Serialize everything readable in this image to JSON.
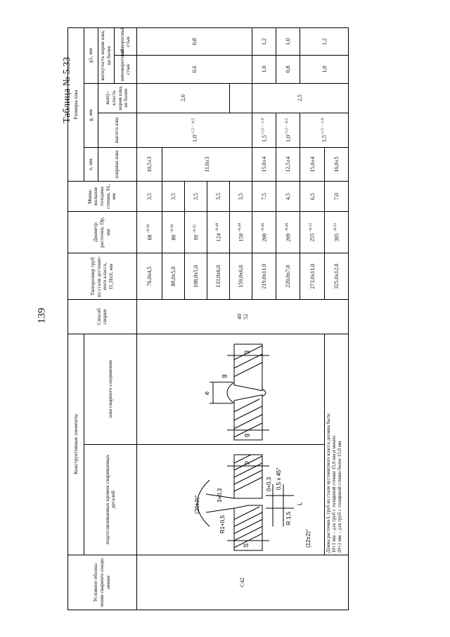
{
  "page_number": "139",
  "table_title": "Таблица № 5.33",
  "headers": {
    "designation": "Условное обозна-чение сварного соеди-нения",
    "constructive": "Конструктивные элементы",
    "prepared_edges": "подготавливаемых кромок свариваемых деталей",
    "weld_seam": "шва сварного соединения",
    "method": "Способ сварки",
    "typesize": "Типоразмер труб из стали аустенит-ного класса, D_HxS, мм",
    "bore_diameter": "Диаметр расточки, Dp, мм",
    "min_wall": "Мини-мальная толщина стенки, S1, мм",
    "weld_dims": "Размеры шва",
    "e_mm": "e, мм",
    "g_mm": "g, мм",
    "g1_mm": "g1, мм",
    "seam_width": "ширина шва",
    "seam_height": "высота шва",
    "root_convexity": "выпу-клость корня шва, не более",
    "root_concavity": "вогнутость корня шва, не более",
    "non_rotary": "неповоротный стык",
    "rotary": "поворотный стык"
  },
  "designation_value": "С42",
  "methods": [
    "40",
    "52"
  ],
  "rows": [
    {
      "size": "76,0x4,5",
      "dp": "68",
      "dp_tol": "+0,30",
      "s1": "3,5",
      "e": "10,5±3"
    },
    {
      "size": "89,0x5,0",
      "dp": "80",
      "dp_tol": "+0,30",
      "s1": "3,5",
      "e": ""
    },
    {
      "size": "108,0x5,0",
      "dp": "99",
      "dp_tol": "+0,35",
      "s1": "3,5",
      "e": ""
    },
    {
      "size": "133,0x6,0",
      "dp": "124",
      "dp_tol": "+0,40",
      "s1": "3,5",
      "e": ""
    },
    {
      "size": "159,0x6,0",
      "dp": "150",
      "dp_tol": "+0,40",
      "s1": "3,5",
      "e": ""
    },
    {
      "size": "219,0x11,0",
      "dp": "200",
      "dp_tol": "+0,46",
      "s1": "7,5",
      "e": "15,0±4"
    },
    {
      "size": "220,0x7,0",
      "dp": "209",
      "dp_tol": "+0,46",
      "s1": "4,5",
      "e": "12,5±4"
    },
    {
      "size": "273,0x11,0",
      "dp": "255",
      "dp_tol": "+0,52",
      "s1": "6,5",
      "e": "15,0±4"
    },
    {
      "size": "325,0x12,0",
      "dp": "305",
      "dp_tol": "+0,52",
      "s1": "7,0",
      "e": "16,0±5"
    }
  ],
  "e_group": "11,0±3",
  "g_values": [
    {
      "base": "1,0",
      "tol": "+1,5 / −0,5"
    },
    {
      "base": "1,5",
      "tol": "+1,5 / −1,0"
    },
    {
      "base": "1,0",
      "tol": "+1,5 / −0,5"
    },
    {
      "base": "1,5",
      "tol": "+1,5 / −1,0"
    }
  ],
  "convexity_values": [
    "2,0",
    "2,5"
  ],
  "concavity_nonrot": [
    "0,6",
    "1,0",
    "0,8",
    "1,0"
  ],
  "concavity_rot": [
    "0,8",
    "1,2",
    "1,0",
    "1,2"
  ],
  "diagram_labels": {
    "angle_top": "(20±2)°",
    "dim_3": "3+0,3",
    "r1": "R1+0,5",
    "chamfer": "0,5 x 45°",
    "gap": "0+0,3",
    "r15": "R 1,5",
    "l": "L",
    "s": "S",
    "angle_bottom": "(12±2)°",
    "p": "р",
    "e": "e",
    "g": "g"
  },
  "note": {
    "line1": "Длина расточки L труб из стали аустенитного класса должна быть:",
    "line2": "10+1 мм – для труб с толщиной стенки 15,0 мм и менее;",
    "line3": "20+1 мм – для труб с толщиной стенки более 15,0 мм"
  }
}
